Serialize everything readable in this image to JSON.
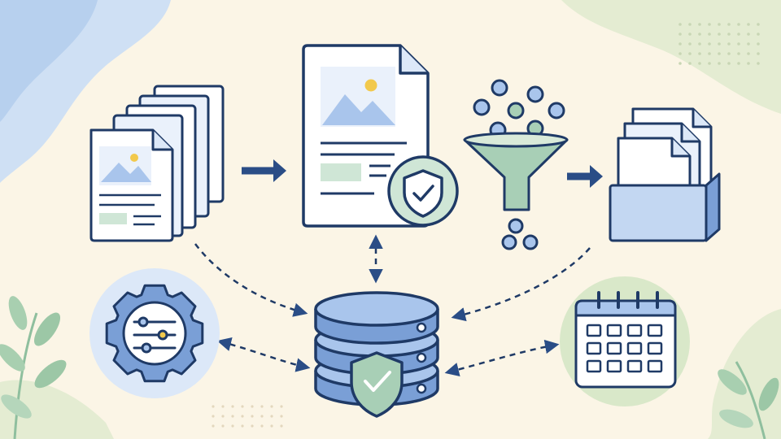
{
  "diagram": {
    "colors": {
      "background": "#fbf5e6",
      "outline": "#1f3a66",
      "blue_light": "#dce8f8",
      "blue_mid": "#a9c5ec",
      "blue_dark": "#7a9fd6",
      "green_light": "#d9e8c9",
      "green_mid": "#a8cfb6",
      "accent_yellow": "#f2c94c",
      "arrow_navy": "#2a4d86"
    },
    "nodes": [
      {
        "id": "document-stack",
        "icon": "document-stack-icon"
      },
      {
        "id": "verified-document",
        "icon": "shield-check-document-icon"
      },
      {
        "id": "filter-funnel",
        "icon": "funnel-icon"
      },
      {
        "id": "archive-box",
        "icon": "file-archive-icon"
      },
      {
        "id": "settings-gear",
        "icon": "gear-sliders-icon"
      },
      {
        "id": "secure-database",
        "icon": "database-shield-icon"
      },
      {
        "id": "schedule-calendar",
        "icon": "calendar-icon"
      }
    ],
    "connections": [
      {
        "from": "document-stack",
        "to": "verified-document",
        "style": "solid"
      },
      {
        "from": "filter-funnel",
        "to": "archive-box",
        "style": "solid"
      },
      {
        "from": "document-stack",
        "to": "secure-database",
        "style": "dashed"
      },
      {
        "from": "verified-document",
        "to": "secure-database",
        "style": "dashed-bidirectional"
      },
      {
        "from": "archive-box",
        "to": "secure-database",
        "style": "dashed"
      },
      {
        "from": "settings-gear",
        "to": "secure-database",
        "style": "dashed-bidirectional"
      },
      {
        "from": "schedule-calendar",
        "to": "secure-database",
        "style": "dashed-bidirectional"
      }
    ]
  }
}
